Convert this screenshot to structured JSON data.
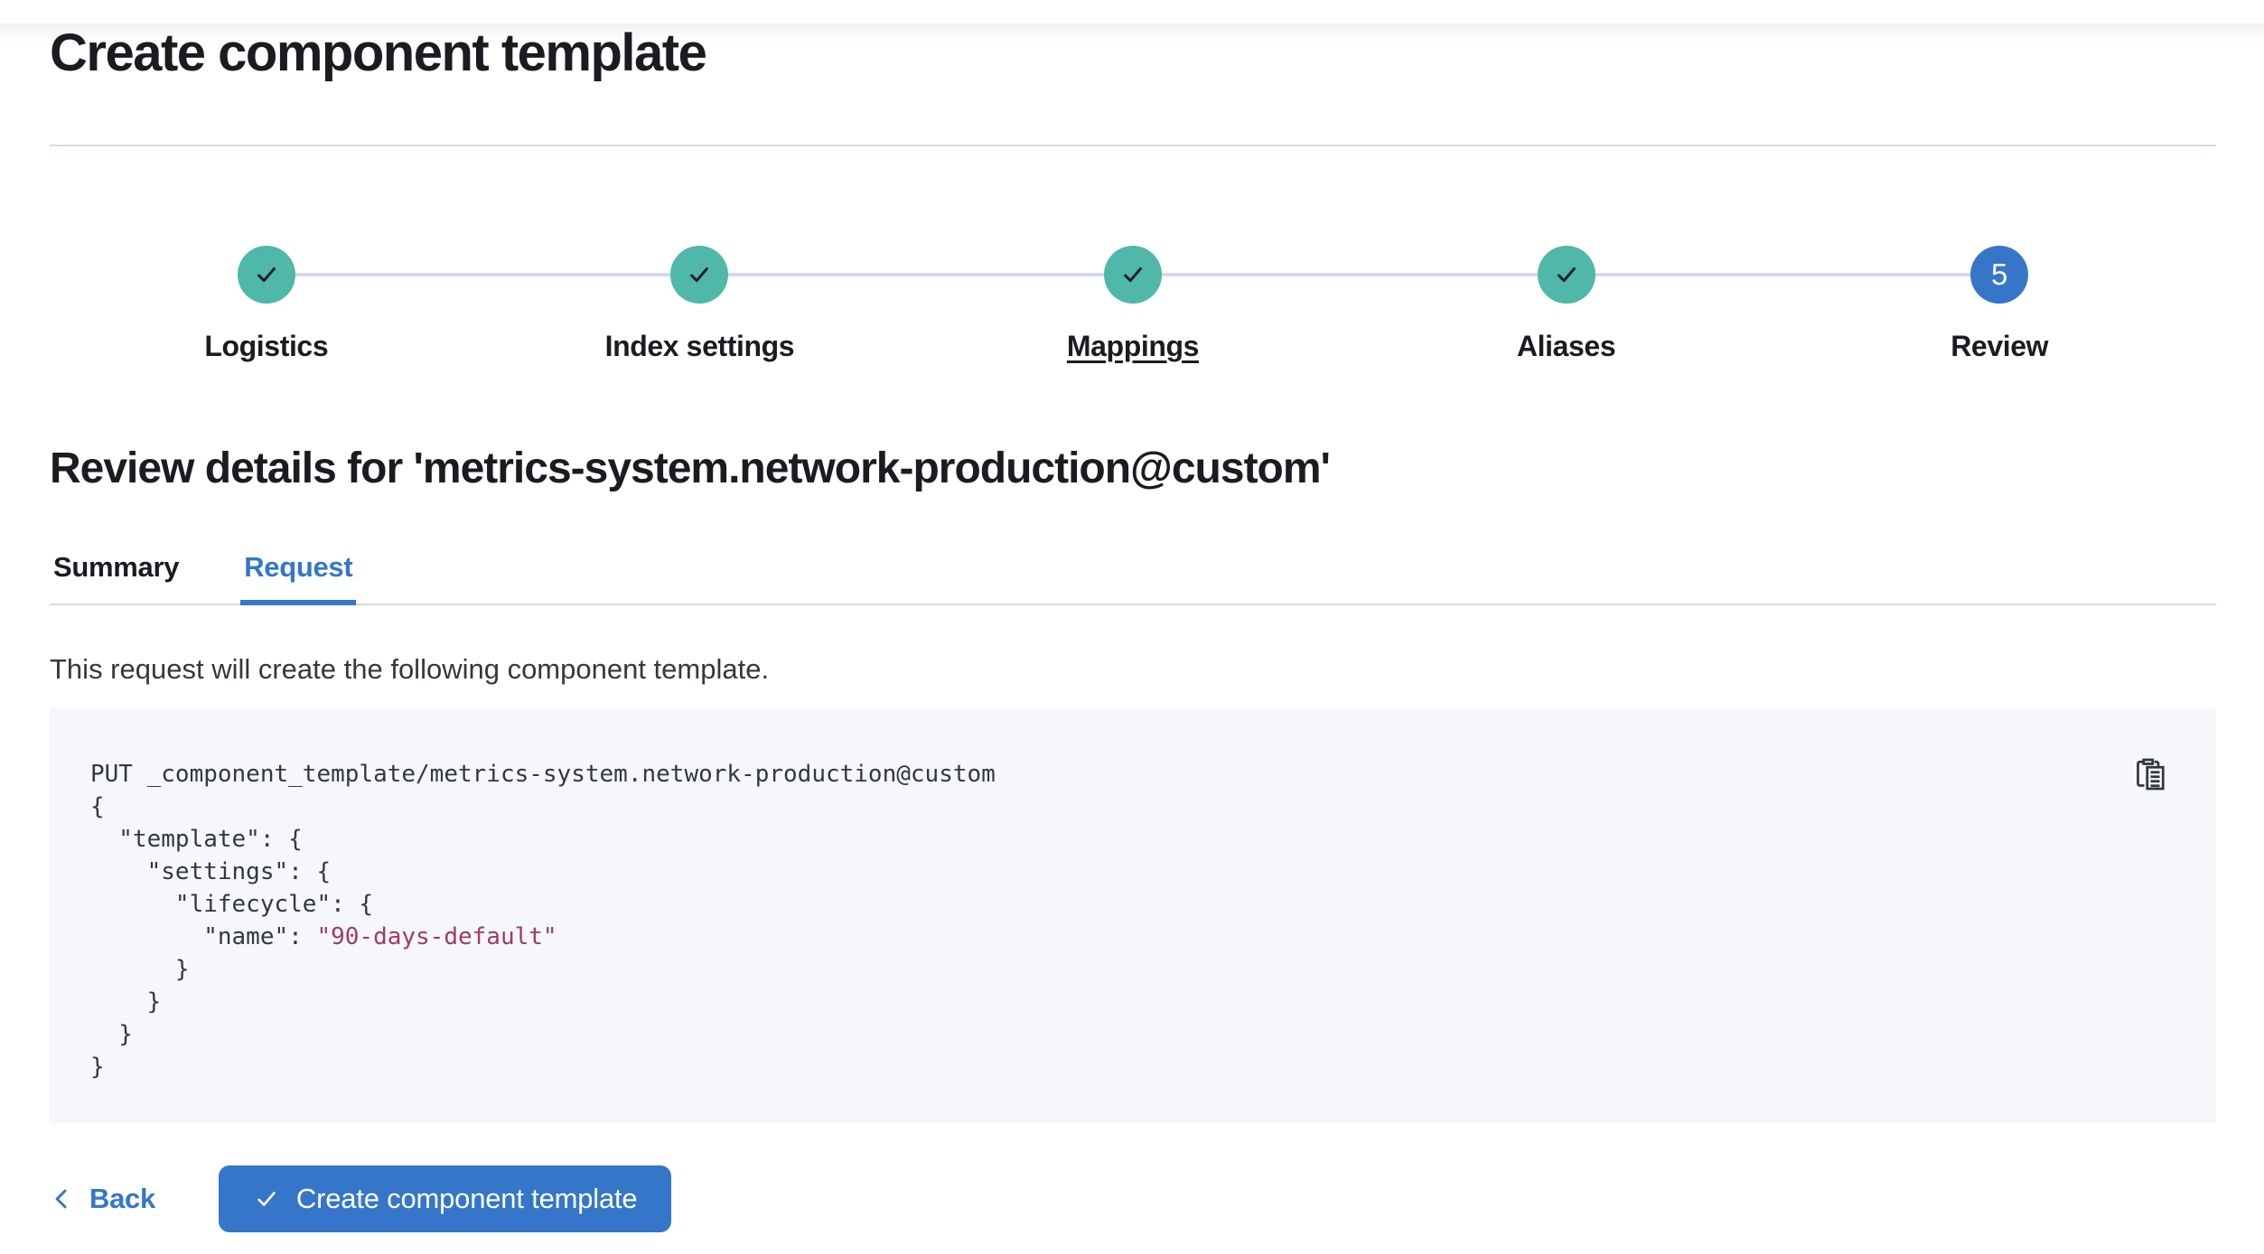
{
  "page": {
    "title": "Create component template"
  },
  "stepper": {
    "steps": [
      {
        "label": "Logistics",
        "status": "complete"
      },
      {
        "label": "Index settings",
        "status": "complete"
      },
      {
        "label": "Mappings",
        "status": "complete",
        "underlined": true
      },
      {
        "label": "Aliases",
        "status": "complete"
      },
      {
        "label": "Review",
        "status": "current",
        "number": "5"
      }
    ]
  },
  "review": {
    "heading": "Review details for 'metrics-system.network-production@custom'",
    "tabs": [
      {
        "label": "Summary",
        "active": false
      },
      {
        "label": "Request",
        "active": true
      }
    ],
    "description": "This request will create the following component template."
  },
  "code": {
    "copy_icon": "copy-clipboard-icon",
    "lines": [
      {
        "text": "PUT _component_template/metrics-system.network-production@custom"
      },
      {
        "text": "{"
      },
      {
        "text": "  \"template\": {"
      },
      {
        "text": "    \"settings\": {"
      },
      {
        "text": "      \"lifecycle\": {"
      },
      {
        "prefix": "        \"name\": ",
        "string": "\"90-days-default\""
      },
      {
        "text": "      }"
      },
      {
        "text": "    }"
      },
      {
        "text": "  }"
      },
      {
        "text": "}"
      }
    ]
  },
  "footer": {
    "back_label": "Back",
    "create_label": "Create component template"
  },
  "colors": {
    "primary": "#3576c9",
    "success": "#4fb8a8",
    "text-strong": "#1a1c21",
    "text": "#343741",
    "border": "#d3dae6",
    "code-bg": "#f5f7fa",
    "code-string": "#a23b63",
    "check-dark": "#1d1f26"
  }
}
